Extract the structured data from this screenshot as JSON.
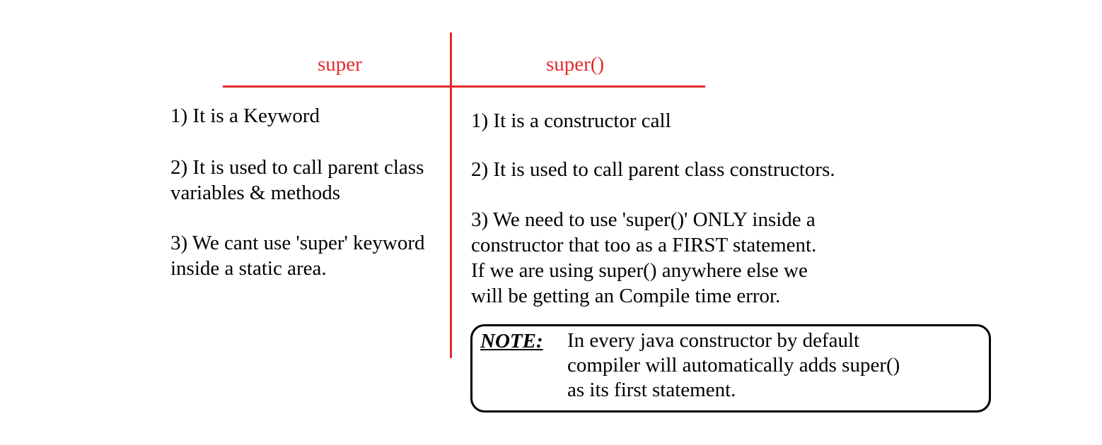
{
  "colors": {
    "accent": "#e32b2b",
    "text": "#000000",
    "background": "#ffffff"
  },
  "left": {
    "heading": "super",
    "items": [
      {
        "lines": [
          "1) It is a Keyword"
        ]
      },
      {
        "lines": [
          "2) It is used to call parent class",
          "variables & methods"
        ]
      },
      {
        "lines": [
          "3) We cant use 'super' keyword",
          "inside a static area."
        ]
      }
    ]
  },
  "right": {
    "heading": "super()",
    "items": [
      {
        "lines": [
          "1) It is a constructor call"
        ]
      },
      {
        "lines": [
          "2) It is used to call parent class constructors."
        ]
      },
      {
        "lines": [
          "3) We need to use 'super()' ONLY inside a",
          "constructor that too as a FIRST statement.",
          "If we are using super() anywhere else we",
          "will be getting an Compile time error."
        ]
      }
    ]
  },
  "note": {
    "label": "NOTE:",
    "lines": [
      "In every java constructor by default",
      "compiler will automatically adds super()",
      "as its first statement."
    ]
  }
}
